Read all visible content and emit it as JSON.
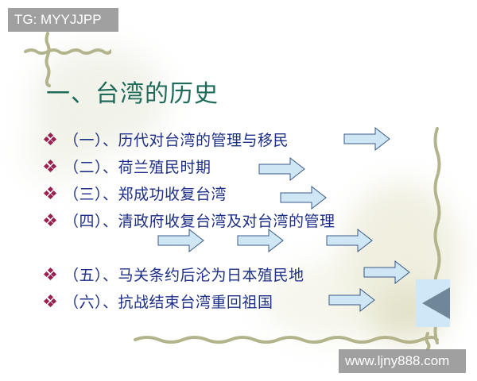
{
  "watermarks": {
    "top": "TG: MYYJJPP",
    "bottom": "www.ljny888.com"
  },
  "slide": {
    "title": "一、台湾的历史",
    "items": [
      {
        "label": "（一）、历代对台湾的管理与移民"
      },
      {
        "label": "（二）、荷兰殖民时期"
      },
      {
        "label": "（三）、郑成功收复台湾"
      },
      {
        "label": "（四）、清政府收复台湾及对台湾的管理"
      },
      {
        "label": "（五）、马关条约后沦为日本殖民地"
      },
      {
        "label": "（六）、抗战结束台湾重回祖国"
      }
    ],
    "arrow_count": 8,
    "nav": {
      "back_icon": "triangle-left-icon"
    }
  },
  "colors": {
    "title": "#1f6b5a",
    "item_text": "#1d2f86",
    "bullet": "#9a2050",
    "arrow_fill": "#cfe6f5",
    "arrow_stroke": "#3a5a86",
    "vine": "#b4b48c",
    "nav_button_bg": "#cfe7f7",
    "nav_triangle": "#6f8799",
    "watermark_bg": "#969696"
  }
}
